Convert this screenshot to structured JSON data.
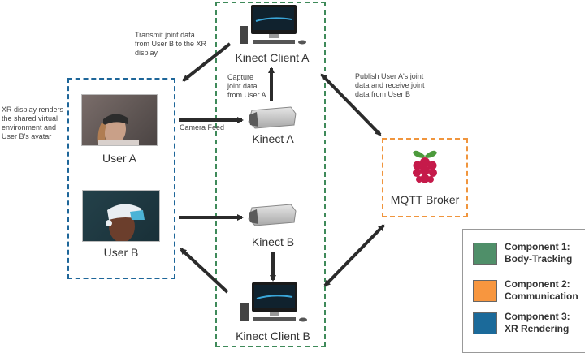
{
  "diagram": {
    "nodes": {
      "kinect_client_a": "Kinect Client A",
      "kinect_a": "Kinect A",
      "kinect_b": "Kinect B",
      "kinect_client_b": "Kinect Client B",
      "user_a": "User A",
      "user_b": "User B",
      "mqtt_broker": "MQTT Broker"
    },
    "annotations": {
      "transmit": [
        "Transmit joint data",
        "from User B to the XR",
        "display"
      ],
      "xr_renders": [
        "XR display renders",
        "the shared  virtual",
        "environment and",
        "User B's avatar"
      ],
      "capture": [
        "Capture",
        "joint data",
        "from User A"
      ],
      "publish": [
        "Publish User A's joint",
        "data and receive joint",
        "data from User B"
      ],
      "camera_feed": "Camera Feed"
    },
    "legend": [
      {
        "title": "Component 1:",
        "subtitle": "Body-Tracking",
        "color": "#4f8f69"
      },
      {
        "title": "Component 2:",
        "subtitle": "Communication",
        "color": "#f7963f"
      },
      {
        "title": "Component 3:",
        "subtitle": "XR Rendering",
        "color": "#1b6a9a"
      }
    ],
    "colors": {
      "body_tracking_border": "#3f8a5a",
      "xr_rendering_border": "#1e6699",
      "communication_border": "#f0953d",
      "arrow": "#2b2b2b"
    }
  }
}
